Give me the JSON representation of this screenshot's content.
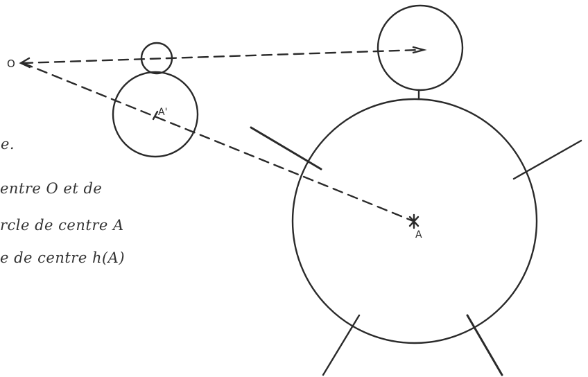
{
  "text_lines": [
    "e.",
    "entre  O  et  de",
    "rcle de centre  A",
    "e  de  centre  h(A)"
  ],
  "points": {
    "O": "O",
    "A_prime": "A'",
    "A": "A"
  },
  "colors": {
    "ink": "#2a2a2a",
    "background": "#ffffff"
  }
}
